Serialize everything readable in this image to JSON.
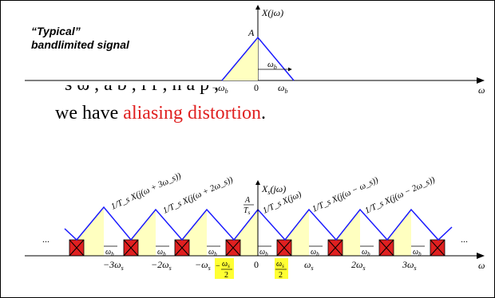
{
  "top_plot": {
    "caption_line1": "“Typical”",
    "caption_line2": "bandlimited signal",
    "axis_label": "X(jω)",
    "peak_label": "A",
    "omega_b_inside": "ω",
    "omega_b_inside_sub": "b",
    "tick_neg": "−ω",
    "tick_neg_sub": "b",
    "tick_zero": "0",
    "tick_pos": "ω",
    "tick_pos_sub": "b",
    "omega_axis": "ω"
  },
  "cut_text": "s   ω ,     a   b     , l  f  ,   h       a   p  ,",
  "sentence": {
    "prefix": "we have ",
    "highlight": "aliasing distortion",
    "suffix": ".",
    "highlight_color": "#e02020"
  },
  "bottom_plot": {
    "axis_label": "X",
    "axis_label_sub": "s",
    "axis_label_arg": "(jω)",
    "peak_num": "A",
    "peak_den": "T",
    "peak_den_sub": "s",
    "replica_labels": [
      "1/T_s X(j(ω + 3ω_s))",
      "1/T_s X(j(ω + 2ω_s))",
      "1/T_s X(jω)",
      "1/T_s X(j(ω − ω_s))",
      "1/T_s X(j(ω − 2ω_s))"
    ],
    "ellipsis_left": "...",
    "ellipsis_right": "...",
    "ticks": [
      "−3ω",
      "−2ω",
      "−ω",
      "0",
      "ω",
      "2ω",
      "3ω"
    ],
    "tick_sub": "s",
    "half_num": "ω",
    "half_num_sub": "s",
    "half_den": "2",
    "neg_sign": "−",
    "omega_b": "ω",
    "omega_b_sub": "b",
    "omega_axis": "ω"
  },
  "colors": {
    "triangle_line": "#1a1aff",
    "triangle_fill": "#ffffc0",
    "overlap_fill": "#e02020",
    "highlight_box": "#ffff33",
    "axis": "#000000"
  }
}
